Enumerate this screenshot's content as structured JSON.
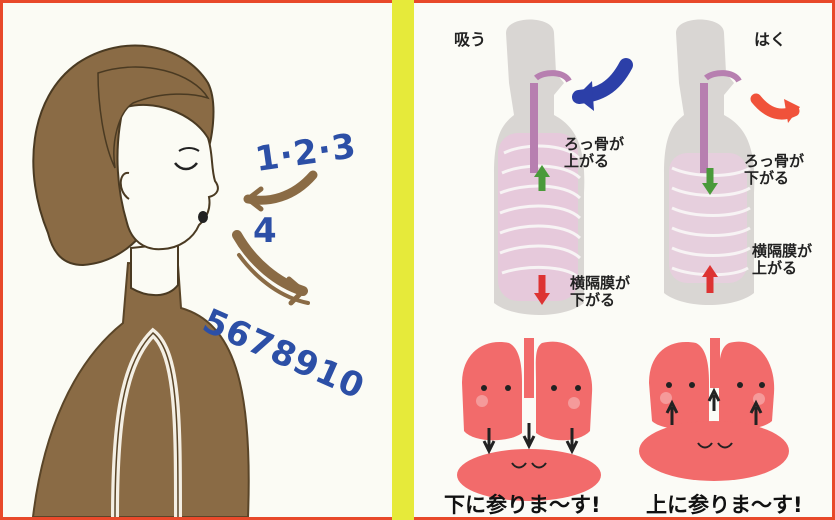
{
  "left": {
    "count_top": "1·2·3",
    "count_mid": "4",
    "count_bottom": "5678910"
  },
  "right": {
    "inhale": {
      "title": "吸う",
      "rib_label_1": "ろっ骨が",
      "rib_label_2": "上がる",
      "diaphragm_label_1": "横隔膜が",
      "diaphragm_label_2": "下がる",
      "caption": "下に参りま〜す!"
    },
    "exhale": {
      "title": "はく",
      "rib_label_1": "ろっ骨が",
      "rib_label_2": "下がる",
      "diaphragm_label_1": "横隔膜が",
      "diaphragm_label_2": "上がる",
      "caption": "上に参りま〜す!"
    }
  },
  "colors": {
    "border": "#e8492a",
    "divider": "#e6ea3a",
    "hair": "#8a6b45",
    "count_text": "#2c4fa6",
    "inhale_arrow": "#2c3fa8",
    "exhale_arrow": "#f0523a",
    "lung": "#f26b6b"
  }
}
